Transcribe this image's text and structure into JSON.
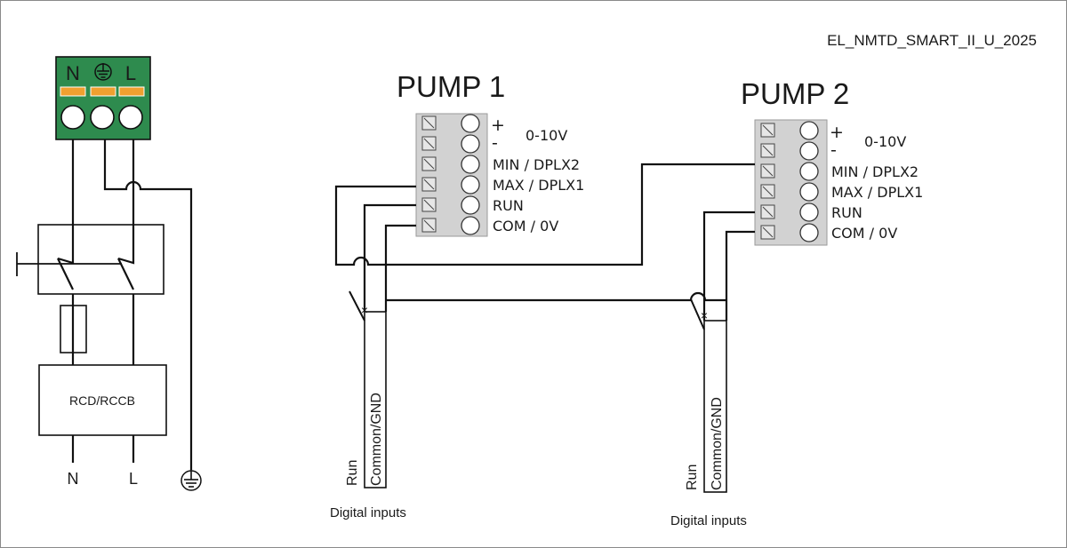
{
  "document_ref": "EL_NMTD_SMART_II_U_2025",
  "supply": {
    "terminal_labels": [
      "N",
      "L"
    ],
    "ground_symbol": "earth-icon",
    "terminal_color": "#2e8b4e",
    "screw_color": "#f0a030",
    "rcd_label": "RCD/RCCB",
    "out_labels": [
      "N",
      "L"
    ]
  },
  "pumps": [
    {
      "title": "PUMP 1",
      "signs": [
        "+",
        "-"
      ],
      "analog_label": "0-10V",
      "terminals": [
        "MIN / DPLX2",
        "MAX / DPLX1",
        "RUN",
        "COM / 0V"
      ],
      "digital": {
        "run_label": "Run",
        "common_label": "Common/GND",
        "caption": "Digital inputs"
      }
    },
    {
      "title": "PUMP 2",
      "signs": [
        "+",
        "-"
      ],
      "analog_label": "0-10V",
      "terminals": [
        "MIN / DPLX2",
        "MAX / DPLX1",
        "RUN",
        "COM / 0V"
      ],
      "digital": {
        "run_label": "Run",
        "common_label": "Common/GND",
        "caption": "Digital inputs"
      }
    }
  ]
}
